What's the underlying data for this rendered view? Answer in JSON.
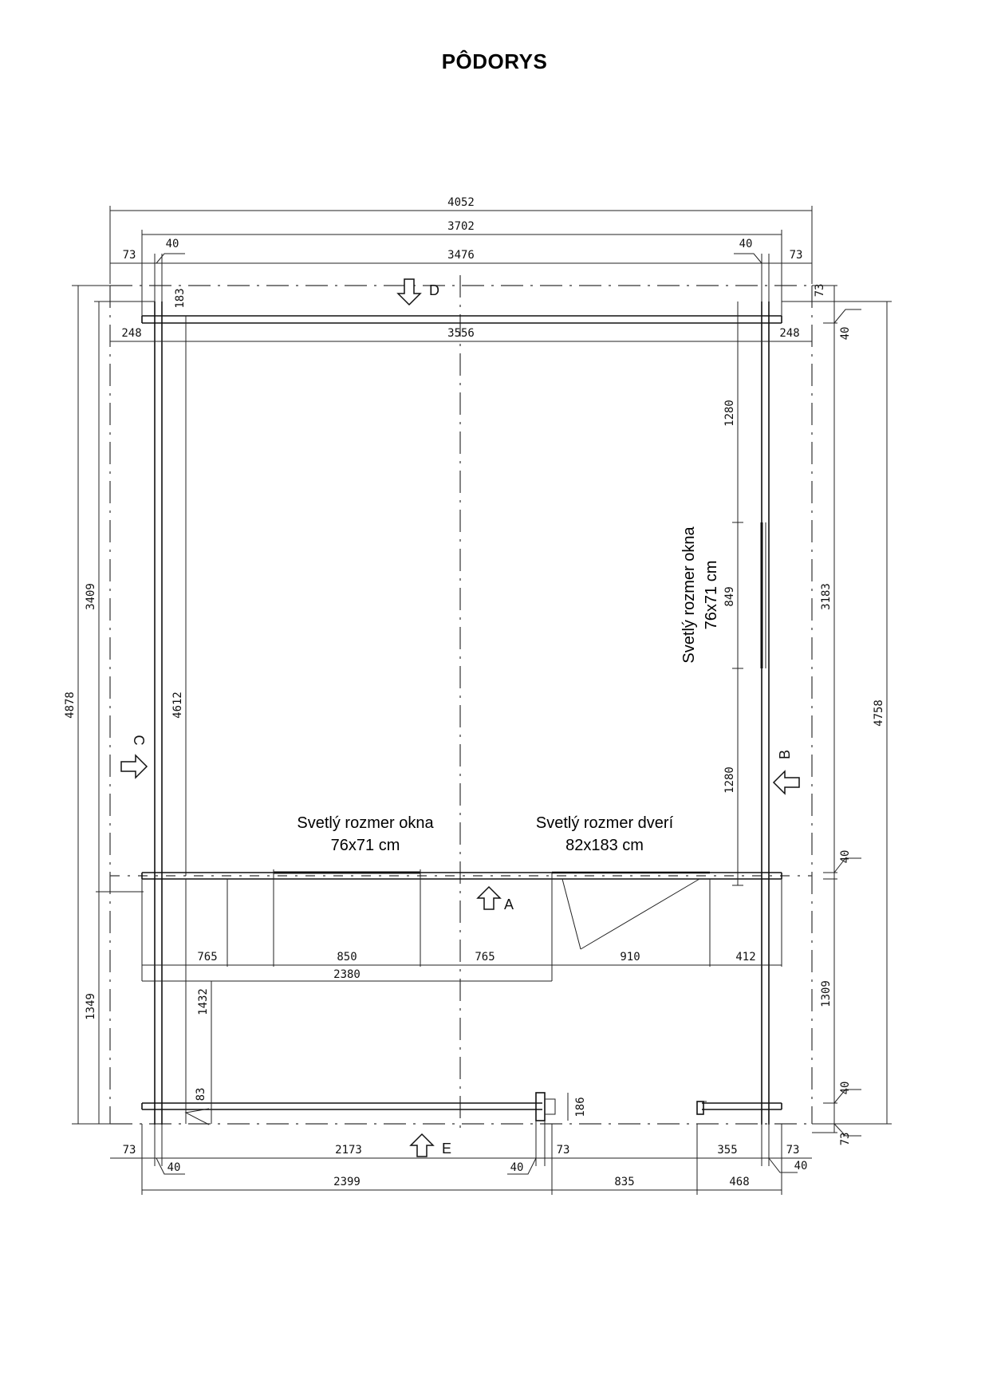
{
  "title": "PÔDORYS",
  "notes": {
    "window_side_1": "Svetlý rozmer okna",
    "window_side_2": "76x71 cm",
    "window_front_1": "Svetlý rozmer okna",
    "window_front_2": "76x71 cm",
    "door_1": "Svetlý rozmer dverí",
    "door_2": "82x183 cm"
  },
  "views": {
    "a": "A",
    "b": "B",
    "c": "C",
    "d": "D",
    "e": "E"
  },
  "dims": {
    "top_total": "4052",
    "top_inner": "3702",
    "top_clear": "3476",
    "top_left_73": "73",
    "top_left_40": "40",
    "top_right_40": "40",
    "top_right_73": "73",
    "top_183": "183",
    "row_248_left": "248",
    "row_3556": "3556",
    "row_248_right": "248",
    "right_73_top": "73",
    "right_40_top": "40",
    "right_1280_top": "1280",
    "right_849": "849",
    "right_1280_bottom": "1280",
    "right_3183": "3183",
    "right_4758": "4758",
    "right_40_mid": "40",
    "right_1309": "1309",
    "right_40_bottom": "40",
    "right_73_bottom": "73",
    "left_4878": "4878",
    "left_3409": "3409",
    "left_4612": "4612",
    "left_1349": "1349",
    "left_1432": "1432",
    "left_83": "83",
    "terrace_765_a": "765",
    "terrace_850": "850",
    "terrace_765_b": "765",
    "terrace_910": "910",
    "terrace_412": "412",
    "terrace_2380": "2380",
    "post_186": "186",
    "bottom_73_left": "73",
    "bottom_2173": "2173",
    "bottom_73_mid": "73",
    "bottom_355": "355",
    "bottom_73_right": "73",
    "bottom_40_left": "40",
    "bottom_40_mid": "40",
    "bottom_40_right": "40",
    "bottom_2399": "2399",
    "bottom_835": "835",
    "bottom_468": "468"
  }
}
